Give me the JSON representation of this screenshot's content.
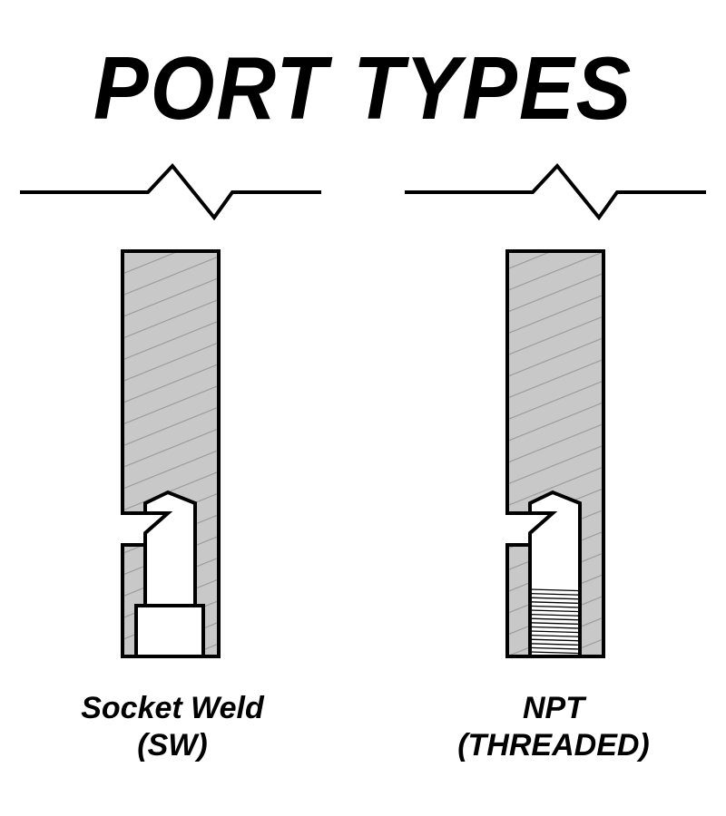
{
  "title": "PORT TYPES",
  "colors": {
    "ink": "#000000",
    "hatch_fill": "#c8c8c8",
    "hatch_line": "#9a9a9a",
    "background": "#ffffff"
  },
  "ports": [
    {
      "name_line1": "Socket Weld",
      "name_line2": "(SW)",
      "bore_end": "plain-socket"
    },
    {
      "name_line1": "NPT",
      "name_line2": "(THREADED)",
      "bore_end": "threaded"
    }
  ]
}
